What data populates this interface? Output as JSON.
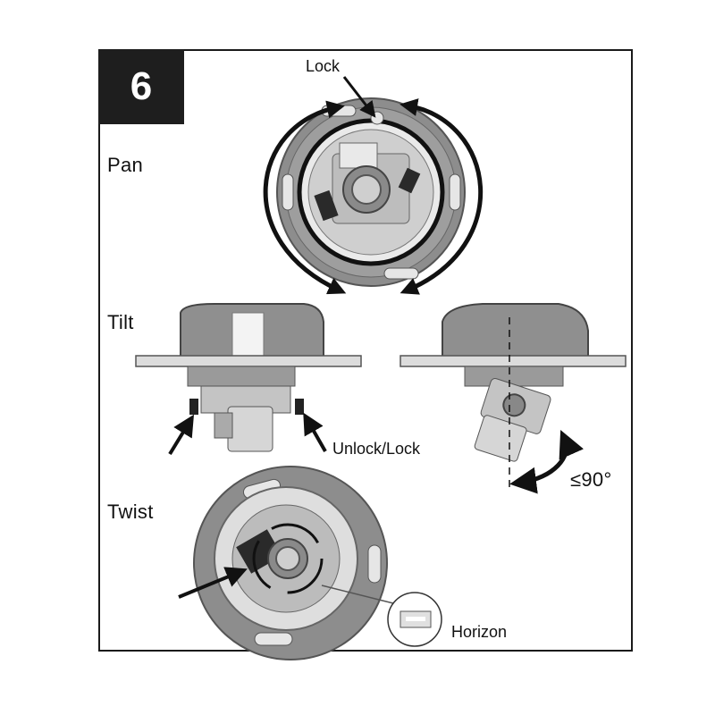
{
  "step_number": "6",
  "labels": {
    "pan": "Pan",
    "tilt": "Tilt",
    "twist": "Twist",
    "lock": "Lock",
    "unlock_lock": "Unlock/Lock",
    "tilt_limit": "≤90°",
    "horizon": "Horizon"
  },
  "colors": {
    "frame": "#1a1a1a",
    "step_box": "#1e1e1e",
    "metal_dark": "#7a7a7a",
    "metal_mid": "#a9a9a9",
    "metal_light": "#d8d8d8"
  }
}
